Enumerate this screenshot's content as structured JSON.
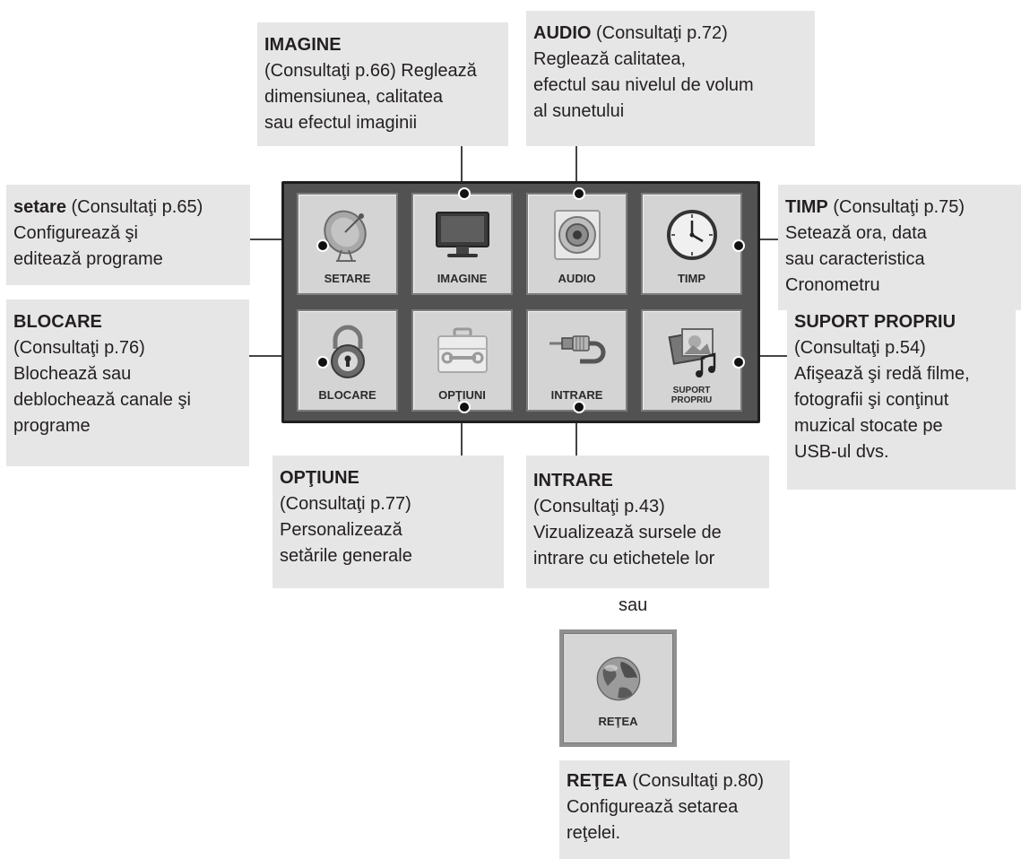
{
  "callouts": {
    "imagine": {
      "title": "IMAGINE",
      "ref": "(Consultaţi p.66) Reglează",
      "lines": [
        "dimensiunea, calitatea",
        "sau efectul imaginii"
      ]
    },
    "audio": {
      "title": "AUDIO",
      "ref": " (Consultaţi p.72)",
      "lines": [
        "Reglează calitatea,",
        "efectul sau nivelul de volum",
        "al sunetului"
      ]
    },
    "setare": {
      "title": "setare",
      "ref": " (Consultaţi p.65)",
      "lines": [
        "Configurează şi",
        "editează programe"
      ]
    },
    "timp": {
      "title": "TIMP",
      "ref": " (Consultaţi p.75)",
      "lines": [
        "Setează ora, data",
        "sau caracteristica",
        "Cronometru"
      ]
    },
    "blocare": {
      "title": "BLOCARE",
      "lines": [
        "(Consultaţi p.76)",
        "Blochează sau",
        "deblochează canale şi",
        "programe"
      ]
    },
    "suport": {
      "title": "SUPORT PROPRIU",
      "lines": [
        "(Consultaţi p.54)",
        "Afişează şi redă filme,",
        "fotografii şi conţinut",
        "muzical stocate pe",
        "USB-ul dvs."
      ]
    },
    "optiune": {
      "title": "OPŢIUNE",
      "lines": [
        "(Consultaţi p.77)",
        "Personalizează",
        "setările generale"
      ]
    },
    "intrare": {
      "title": "INTRARE",
      "lines": [
        "(Consultaţi p.43)",
        "Vizualizează sursele de",
        "intrare cu etichetele lor"
      ]
    },
    "retea": {
      "title": "REŢEA",
      "ref": " (Consultaţi p.80)",
      "lines": [
        "Configurează setarea",
        "reţelei."
      ]
    }
  },
  "tiles": {
    "setare": "SETARE",
    "imagine": "IMAGINE",
    "audio": "AUDIO",
    "timp": "TIMP",
    "blocare": "BLOCARE",
    "optiuni": "OPŢIUNI",
    "intrare": "INTRARE",
    "suport_line1": "SUPORT",
    "suport_line2": "PROPRIU",
    "retea": "REŢEA"
  },
  "sau": "sau",
  "icons": [
    "satellite-dish-icon",
    "monitor-icon",
    "speaker-icon",
    "clock-icon",
    "padlock-icon",
    "toolbox-icon",
    "cable-plug-icon",
    "photo-music-icon",
    "globe-icon"
  ],
  "colors": {
    "callout_bg": "#e6e6e6",
    "panel_bg": "#525252",
    "tile_bg": "#d4d4d4",
    "text": "#231f20"
  }
}
